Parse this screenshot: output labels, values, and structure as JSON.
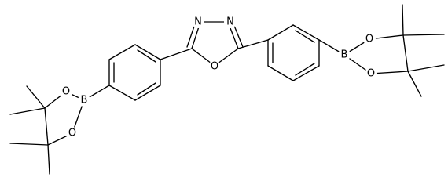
{
  "molecule": {
    "atoms": [
      {
        "id": "b_left",
        "symbol": "B"
      },
      {
        "id": "o_left_top",
        "symbol": "O"
      },
      {
        "id": "o_left_bot",
        "symbol": "O"
      },
      {
        "id": "n_left",
        "symbol": "N"
      },
      {
        "id": "n_right",
        "symbol": "N"
      },
      {
        "id": "o_ring",
        "symbol": "O"
      },
      {
        "id": "b_right",
        "symbol": "B"
      },
      {
        "id": "o_right_top",
        "symbol": "O"
      },
      {
        "id": "o_right_bot",
        "symbol": "O"
      }
    ]
  },
  "colors": {
    "ink": "#000000",
    "background": "#ffffff"
  }
}
